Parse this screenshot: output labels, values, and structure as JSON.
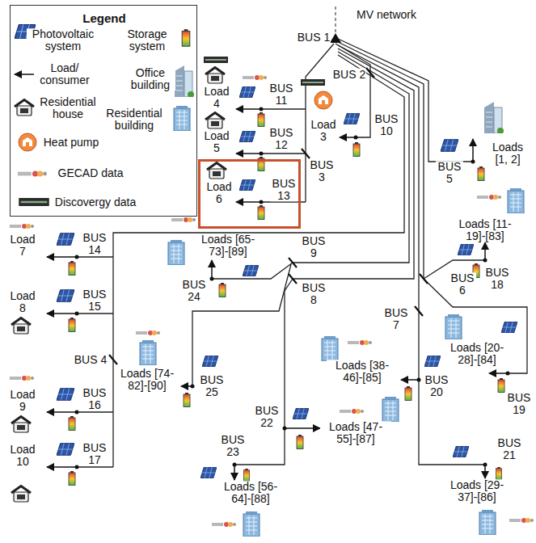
{
  "diagram": {
    "nodes": [
      {
        "text": [
          "Legend"
        ]
      },
      {
        "text": [
          "Load 6",
          "BUS 13"
        ]
      }
    ],
    "labels": [
      "MV network",
      "BUS 1",
      "BUS 2",
      "Load 4",
      "BUS 11",
      "Load 3",
      "BUS 10",
      "Load 5",
      "BUS 12",
      "BUS 3",
      "Loads [1, 2]",
      "BUS 5",
      "Loads [65-73]-[89]",
      "Loads [11-19]-[83]",
      "BUS 9",
      "BUS 24",
      "BUS 6",
      "BUS 18",
      "Load 7",
      "BUS 14",
      "BUS 8",
      "BUS 7",
      "Load 8",
      "BUS 15",
      "BUS 4",
      "Loads [74-82]-[90]",
      "BUS 25",
      "Loads [38-46]-[85]",
      "BUS 20",
      "Loads [20-28]-[84]",
      "BUS 19",
      "Load 9",
      "BUS 16",
      "BUS 22",
      "Loads [47-55]-[87]",
      "BUS 23",
      "BUS 21",
      "Load 10",
      "BUS 17",
      "Loads [56-64]-[88]",
      "Loads [29-37]-[86]"
    ],
    "legend": [
      {
        "text": "Photovoltaic system"
      },
      {
        "text": "Storage system"
      },
      {
        "text": "Load/ consumer"
      },
      {
        "text": "Office building"
      },
      {
        "text": "Residential house"
      },
      {
        "text": "Residential building"
      },
      {
        "text": "Heat pump"
      },
      {
        "text": "GECAD data"
      },
      {
        "text": "Discovergy data"
      }
    ]
  }
}
